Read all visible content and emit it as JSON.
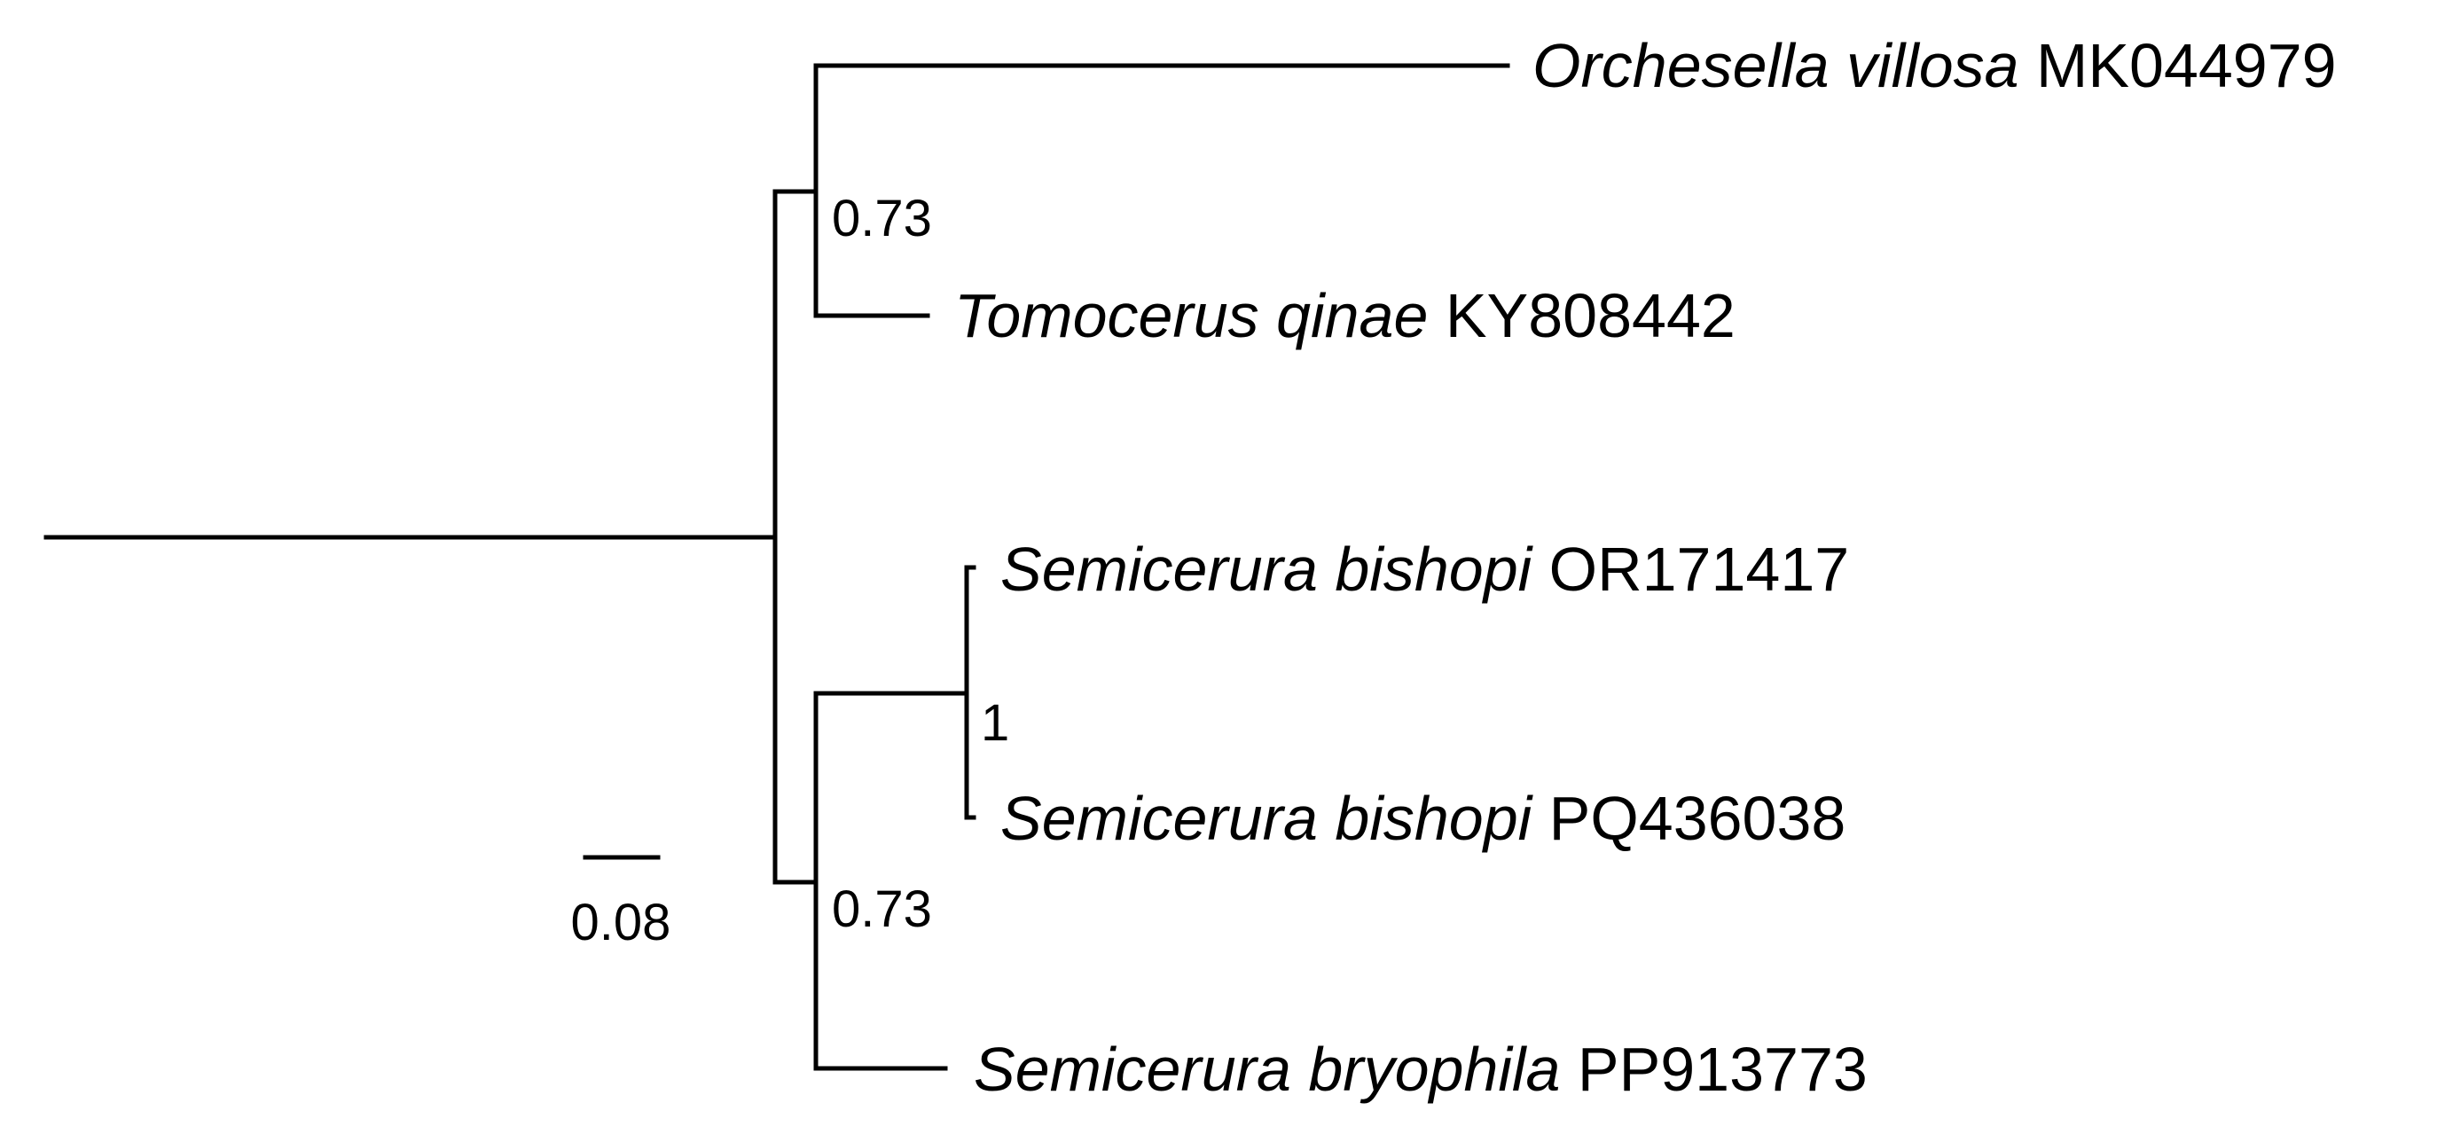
{
  "tree": {
    "line_color": "#000000",
    "taxa": [
      {
        "species": "Orchesella villosa",
        "accession": "MK044979"
      },
      {
        "species": "Tomocerus qinae",
        "accession": "KY808442"
      },
      {
        "species": "Semicerura bishopi",
        "accession": "OR171417"
      },
      {
        "species": "Semicerura bishopi",
        "accession": "PQ436038"
      },
      {
        "species": "Semicerura bryophila",
        "accession": "PP913773"
      }
    ],
    "support_values": {
      "orchesella_tomocerus": "0.73",
      "bishopi_pair": "1",
      "semicerura": "0.73"
    },
    "scale_bar": {
      "label": "0.08"
    }
  }
}
